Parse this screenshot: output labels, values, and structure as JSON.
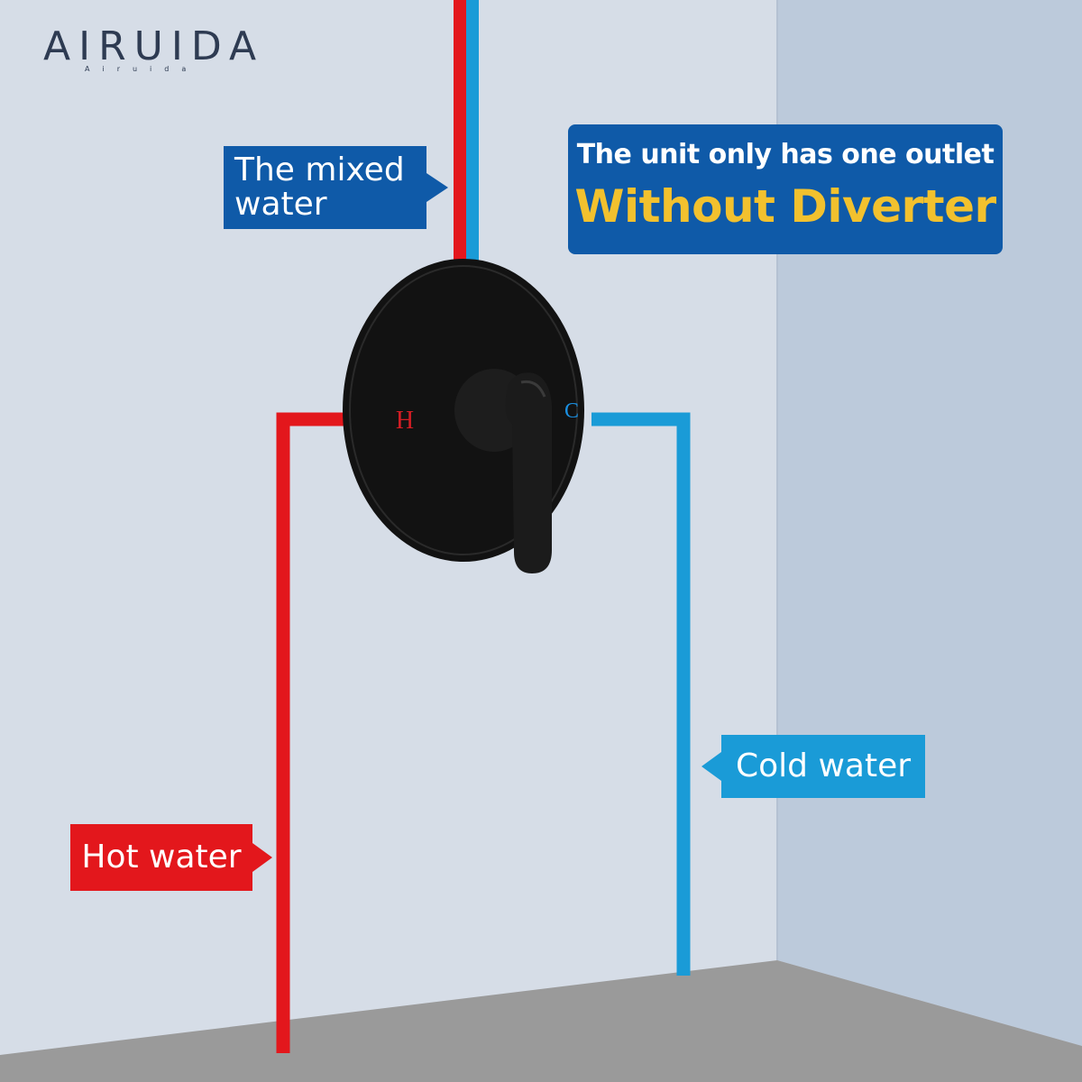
{
  "brand": {
    "name": "AIRUIDA",
    "subtitle": "Airuida"
  },
  "labels": {
    "mixed_water": "The mixed water",
    "hot_water": "Hot water",
    "cold_water": "Cold water"
  },
  "callout": {
    "line1": "The unit only has one outlet",
    "line2": "Without Diverter"
  },
  "valve": {
    "hot_mark": "H",
    "cold_mark": "C"
  },
  "colors": {
    "hot_pipe": "#e3171c",
    "cold_pipe": "#1a9bd7",
    "label_blue": "#0f5aa8",
    "highlight_yellow": "#f2c12e",
    "valve_black": "#151515",
    "wall": "#d6dde7",
    "floor": "#9a9a9a"
  }
}
